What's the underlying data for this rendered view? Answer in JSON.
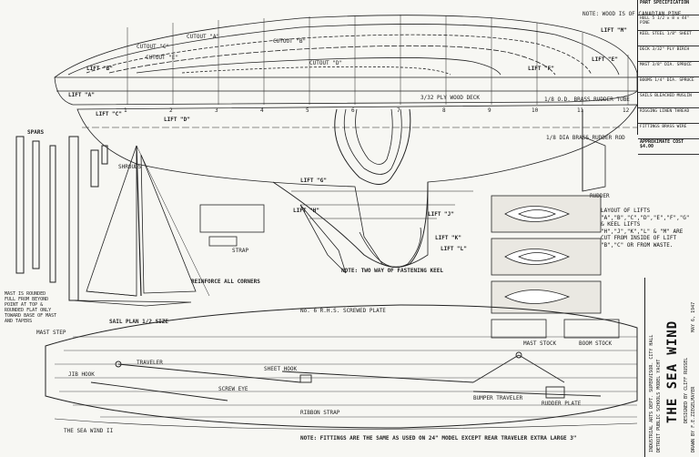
{
  "drawing": {
    "title": "THE SEA WIND",
    "designer_line": "DESIGNED BY CLIFF RUSSEL",
    "drawn_by": "DRAWN BY F.E.ZIEGELMAYER",
    "date": "MAY 6, 1947",
    "sponsor_line_1": "INDUSTRIAL ARTS DEPT. SUPERVISOR. CITY HALL",
    "sponsor_line_2": "DETROIT PUBLIC SCHOOLS MODEL YACHT",
    "header_note": "NOTE: WOOD IS OF CANADIAN PINE"
  },
  "specs_table": {
    "header": "PART   SPECIFICATION",
    "rows": [
      "HULL  5 1/2 x 8 x 44\" PINE",
      "KEEL  STEEL 1/8\" SHEET",
      "DECK  3/32\" PLY BIRCH",
      "MAST  3/8\" DIA. SPRUCE",
      "BOOMS 1/4\" DIA. SPRUCE",
      "SAILS BLEACHED MUSLIN",
      "RIGGING  LINEN THREAD",
      "FITTINGS BRASS WIRE"
    ],
    "total": "APPROXIMATE COST $4.00"
  },
  "labels": {
    "lifts": [
      "LIFT \"A\"",
      "LIFT \"B\"",
      "LIFT \"C\"",
      "LIFT \"D\"",
      "LIFT \"E\"",
      "LIFT \"F\"",
      "LIFT \"G\"",
      "LIFT \"H\"",
      "LIFT \"J\"",
      "LIFT \"K\"",
      "LIFT \"L\"",
      "LIFT \"M\""
    ],
    "cutouts": [
      "CUTOUT \"A\"",
      "CUTOUT \"B\"",
      "CUTOUT \"C\"",
      "CUTOUT \"D\"",
      "CUTOUT \"E\""
    ],
    "stations": [
      "1",
      "2",
      "3",
      "4",
      "5",
      "6",
      "7",
      "8",
      "9",
      "10",
      "11",
      "12"
    ],
    "spars": "SPARS",
    "ply_deck": "3/32 PLY WOOD DECK",
    "rudder_tube": "1/8 O.D. BRASS RUDDER TUBE",
    "rudder_rod": "1/8 DIA BRASS RUDDER ROD",
    "strap": "STRAP",
    "keel_note": "NOTE: TWO WAY OF FASTENING KEEL",
    "sail_plan": "SAIL PLAN 1/2 SIZE",
    "reinforce": "REINFORCE ALL CORNERS",
    "mast_step": "MAST STEP",
    "layout_note": "LAYOUT OF LIFTS \"A\",\"B\",\"C\",\"D\",\"E\",\"F\",\"G\" & KEEL LIFTS \"H\",\"J\",\"K\",\"L\" & \"M\" ARE CUT FROM INSIDE OF LIFT \"B\",\"C\" OR FROM WASTE.",
    "mast_stock": "MAST STOCK",
    "boom_stock": "BOOM STOCK",
    "mast_note": "MAST IS ROUNDED FULL FROM BEYOND POINT AT TOP & ROUNDED FLAT ONLY TOWARD BASE OF MAST AND TAPERS",
    "deck_plate": "No. 6 R.H.S. SCREWED PLATE",
    "traveler": "TRAVELER",
    "jib_hook": "JIB HOOK",
    "sheet_hook": "SHEET HOOK",
    "bumper_traveler": "BUMPER TRAVELER",
    "bowsprit_hook": "SCREW EYE",
    "rudder_plate": "RUDDER PLATE",
    "bottom_note": "NOTE: FITTINGS ARE THE SAME AS USED ON 24\" MODEL EXCEPT REAR TRAVELER EXTRA LARGE 3\"",
    "shroud": "SHROUDS",
    "sea_wind_small": "THE SEA WIND II",
    "ribbon_strap": "RIBBON STRAP",
    "rudder": "RUDDER"
  }
}
